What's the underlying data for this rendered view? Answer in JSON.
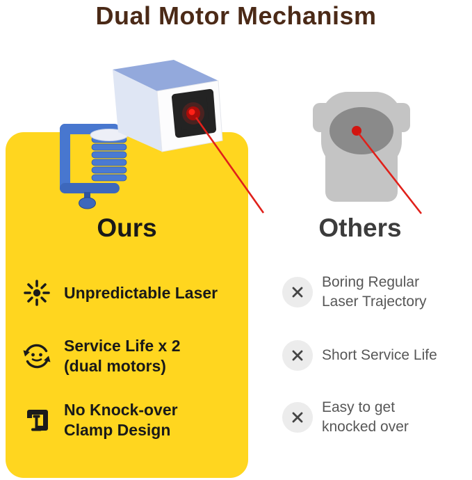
{
  "title": "Dual Motor Mechanism",
  "ours": {
    "heading": "Ours",
    "features": [
      {
        "icon": "laser-burst-icon",
        "line1": "Unpredictable Laser",
        "line2": ""
      },
      {
        "icon": "dual-motor-icon",
        "line1": "Service Life x 2",
        "line2": "(dual motors)"
      },
      {
        "icon": "clamp-icon",
        "line1": "No Knock-over",
        "line2": "Clamp Design"
      }
    ]
  },
  "others": {
    "heading": "Others",
    "features": [
      {
        "icon": "cross-icon",
        "line1": "Boring Regular",
        "line2": "Laser Trajectory"
      },
      {
        "icon": "cross-icon",
        "line1": "Short Service Life",
        "line2": ""
      },
      {
        "icon": "cross-icon",
        "line1": "Easy to get",
        "line2": "knocked over"
      }
    ]
  },
  "colors": {
    "title-brown": "#4B2A17",
    "card-yellow": "#FFD61F",
    "laser-red": "#E0201A",
    "ours-text": "#191919",
    "others-text": "#575757",
    "cross-circle": "#ECECEC",
    "device-blue": "#4877CF",
    "others-gray": "#C4C4C4"
  }
}
